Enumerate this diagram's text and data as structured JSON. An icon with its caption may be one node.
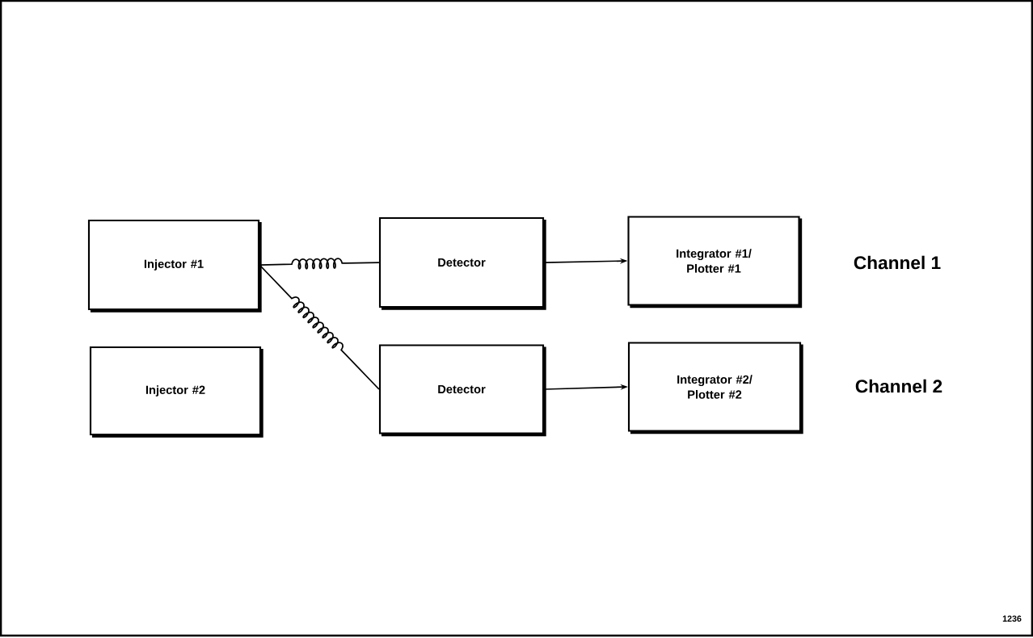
{
  "diagram": {
    "nodes": [
      {
        "text": [
          "Injector #1"
        ]
      },
      {
        "text": [
          "Injector #2"
        ]
      },
      {
        "text": [
          "Detector"
        ]
      },
      {
        "text": [
          "Detector"
        ]
      },
      {
        "text": [
          "Integrator #1/ Plotter #1"
        ]
      },
      {
        "text": [
          "Integrator #2/ Plotter #2"
        ]
      }
    ],
    "edges": [
      {
        "from": 0,
        "to": 2,
        "arrow": "none"
      },
      {
        "from": 0,
        "to": 3,
        "arrow": "none"
      },
      {
        "from": 2,
        "to": 4,
        "arrow": "to"
      },
      {
        "from": 3,
        "to": 5,
        "arrow": "to"
      }
    ],
    "labels": [
      "Channel 1",
      "Channel 2",
      "1236"
    ]
  }
}
